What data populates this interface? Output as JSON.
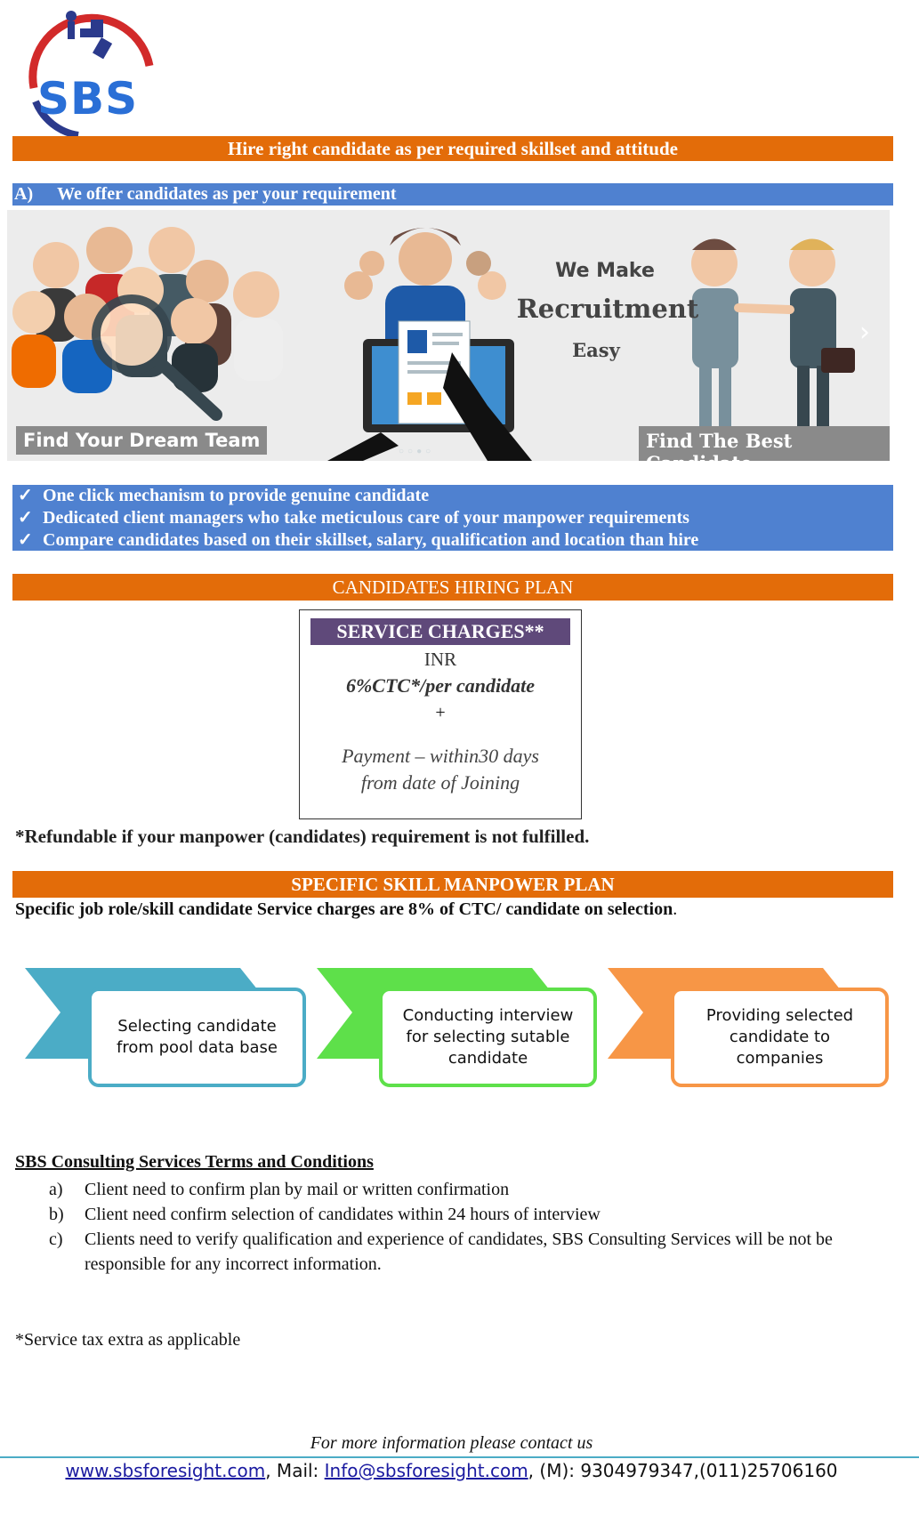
{
  "logo": {
    "text": "SBS"
  },
  "hire_banner": "Hire right candidate as per required skillset and attitude",
  "offer_banner": {
    "marker": "A)",
    "text": "We offer  candidates as per your requirement"
  },
  "hero": {
    "left_caption": "Find Your Dream Team",
    "right_caption": "Find The Best Candidate",
    "tagline_1": "We Make",
    "tagline_2": "Recruitment",
    "tagline_3": "Easy"
  },
  "benefits": [
    "One click mechanism to provide genuine candidate",
    "Dedicated client managers who take meticulous care of your manpower requirements",
    "Compare candidates based on their skillset, salary, qualification and location  than hire"
  ],
  "hiring_plan_title": "CANDIDATES HIRING PLAN",
  "service_charges": {
    "title": "SERVICE CHARGES**",
    "currency": "INR",
    "rate": "6%CTC*/per candidate",
    "plus": "+",
    "payment_line_1": "Payment – within30 days",
    "payment_line_2": "from date of Joining"
  },
  "refundable_note": "*Refundable if your manpower (candidates) requirement is not fulfilled.",
  "specific_plan_title": "SPECIFIC SKILL MANPOWER PLAN",
  "specific_plan_text": "Specific job role/skill candidate Service charges are 8% of CTC/ candidate on selection",
  "specific_plan_period": ".",
  "steps": [
    {
      "text": "Selecting candidate from pool data base",
      "color": "#4bacc6"
    },
    {
      "text": "Conducting interview for selecting sutable candidate",
      "color": "#5ee04a"
    },
    {
      "text": "Providing  selected candidate to companies",
      "color": "#f79646"
    }
  ],
  "terms": {
    "title": "SBS Consulting Services Terms and Conditions",
    "items": [
      {
        "marker": "a)",
        "text": "Client need to confirm plan by mail or written confirmation"
      },
      {
        "marker": "b)",
        "text": "Client need confirm selection of candidates within 24 hours of interview"
      },
      {
        "marker": "c)",
        "text": "Clients need to verify qualification and experience of candidates, SBS Consulting Services will be not be responsible for any incorrect information."
      }
    ]
  },
  "tax_note": "*Service tax extra as applicable",
  "footer": {
    "contact_intro": "For more information please contact us",
    "website": "www.sbsforesight.com",
    "mail_label": ",  Mail: ",
    "email": "Info@sbsforesight.com",
    "phone": ", (M): 9304979347,(011)25706160"
  },
  "colors": {
    "orange": "#e36c09",
    "blue": "#4f81d0",
    "purple": "#5f497a"
  }
}
